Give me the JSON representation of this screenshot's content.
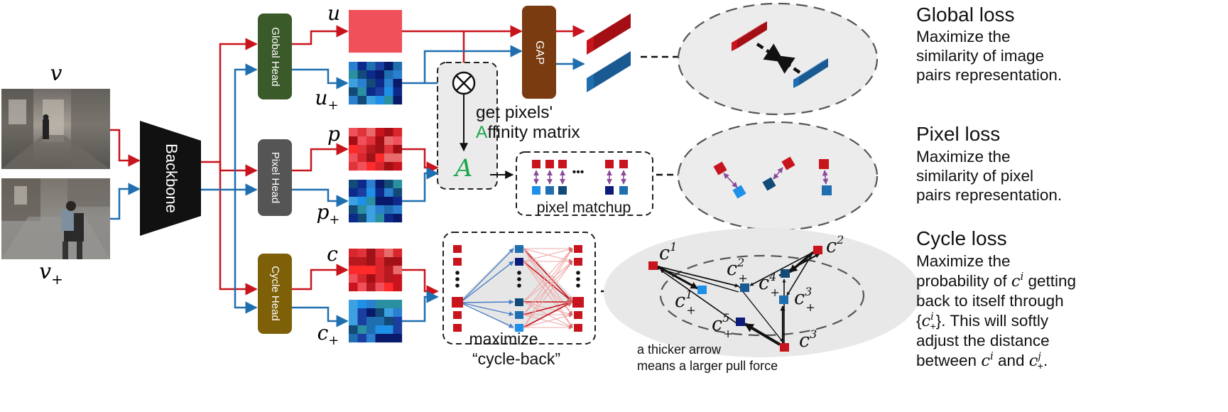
{
  "inputs": {
    "v": "v",
    "v_plus": "v",
    "plus_sub": "+"
  },
  "backbone": "Backbone",
  "heads": {
    "global": "Global Head",
    "pixel": "Pixel Head",
    "cycle": "Cycle Head"
  },
  "features": {
    "u": "u",
    "p": "p",
    "c": "c",
    "plus_sub": "+"
  },
  "gap": "GAP",
  "affinity": {
    "line1": "get pixels'",
    "letter": "A",
    "rest": "ffinity matrix",
    "symbol": "A"
  },
  "pixel_matchup": {
    "label": "pixel matchup",
    "ellipsis": "•••"
  },
  "cycle_back": {
    "line1": "maximize",
    "line2": "“cycle-back”"
  },
  "cycle_graph": {
    "nodes": {
      "c1": "c",
      "c2": "c",
      "c3": "c",
      "c1p": "c",
      "c2p": "c",
      "c3p": "c",
      "c4p": "c",
      "c5p": "c"
    },
    "sup": {
      "c1": "1",
      "c2": "2",
      "c3": "3",
      "c1p": "1",
      "c2p": "2",
      "c3p": "3",
      "c4p": "4",
      "c5p": "5"
    },
    "plus_sub": "+",
    "note_line1": "a thicker arrow",
    "note_line2": "means a larger pull force"
  },
  "losses": {
    "global": {
      "title": "Global loss",
      "lines": [
        "Maximize the",
        "similarity of image",
        "pairs representation."
      ]
    },
    "pixel": {
      "title": "Pixel loss",
      "lines": [
        "Maximize the",
        "similarity of pixel",
        "pairs representation."
      ]
    },
    "cycle": {
      "title": "Cycle loss",
      "line1": "Maximize the",
      "line2_a": "probability of ",
      "line2_c": "c",
      "line2_sup": "i",
      "line2_b": " getting",
      "line3": "back to itself through",
      "line4_open": "{",
      "line4_c": "c",
      "line4_sub": "+",
      "line4_sup": "i",
      "line4_close": "}. This will softly",
      "line5": "adjust the distance",
      "line6_a": "between ",
      "line6_c": "c",
      "line6_sup": "i",
      "line6_and": " and ",
      "line6_c2": "c",
      "line6_sub2": "+",
      "line6_sup2": "j",
      "line6_end": "."
    }
  },
  "colors": {
    "red": "#c8141c",
    "blue": "#1f6fb0",
    "global_head": "#3a5a2a",
    "pixel_head": "#555555",
    "cycle_head": "#7d6008",
    "gap": "#7a3b10",
    "affinity_green": "#1aa64a"
  }
}
